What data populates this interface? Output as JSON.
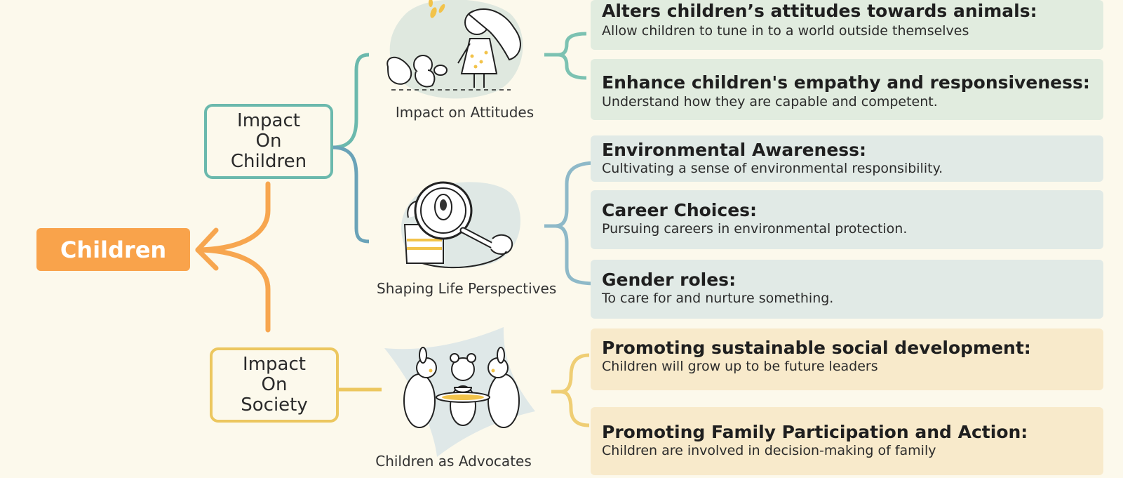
{
  "root": {
    "label": "Children"
  },
  "branches": {
    "children": {
      "lines": [
        "Impact",
        "On",
        "Children"
      ]
    },
    "society": {
      "lines": [
        "Impact",
        "On",
        "Society"
      ]
    }
  },
  "captions": {
    "attitudes": "Impact on Attitudes",
    "perspectives": "Shaping Life Perspectives",
    "advocates": "Children as Advocates"
  },
  "cards": [
    {
      "title": "Alters children’s attitudes towards animals:",
      "desc": "Allow children to tune in to a world outside themselves"
    },
    {
      "title": "Enhance children's empathy and responsiveness:",
      "desc": "Understand how they are capable and competent."
    },
    {
      "title": "Environmental Awareness:",
      "desc": "Cultivating a sense of environmental responsibility."
    },
    {
      "title": "Career Choices:",
      "desc": "Pursuing careers in environmental protection."
    },
    {
      "title": "Gender roles:",
      "desc": "To care for and nurture something."
    },
    {
      "title": "Promoting sustainable social development:",
      "desc": "Children will grow up to be future leaders"
    },
    {
      "title": "Promoting Family Participation and Action:",
      "desc": "Children are involved in decision-making of family"
    }
  ],
  "colors": {
    "background": "#fcf9ec",
    "root": "#f9a34b",
    "teal": "#6bb9ad",
    "blue": "#6aa3b8",
    "yellow": "#ecc75f",
    "card_green": "#e1ecdf",
    "card_blue": "#e1eae6",
    "card_yellow": "#f8eacb"
  },
  "icons": [
    "girl-squirrel-illustration",
    "magnifier-child-illustration",
    "animals-picnic-illustration"
  ]
}
